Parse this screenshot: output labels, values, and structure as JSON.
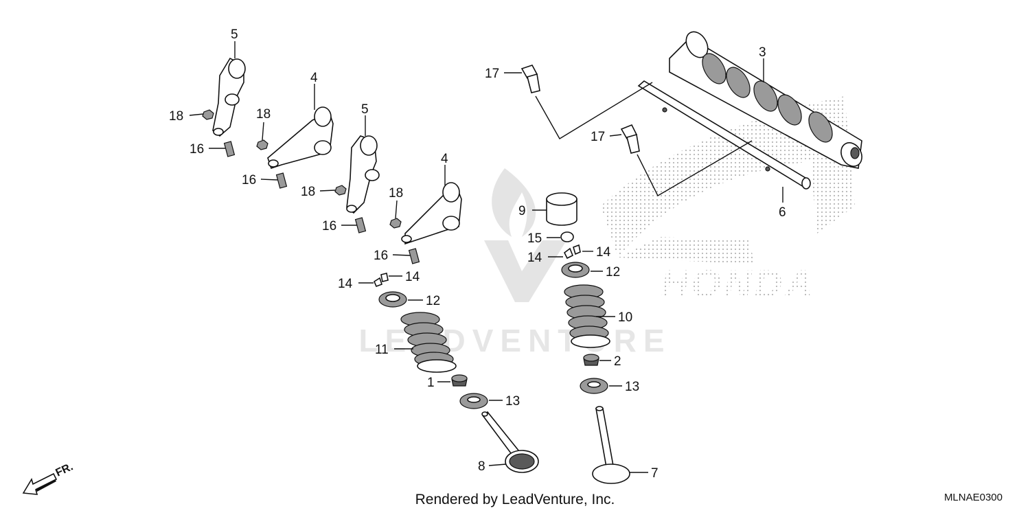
{
  "callouts": {
    "c1": "1",
    "c2": "2",
    "c3": "3",
    "c4a": "4",
    "c4b": "4",
    "c5a": "5",
    "c5b": "5",
    "c6": "6",
    "c7": "7",
    "c8": "8",
    "c9": "9",
    "c10": "10",
    "c11": "11",
    "c12a": "12",
    "c12b": "12",
    "c13a": "13",
    "c13b": "13",
    "c14a": "14",
    "c14b": "14",
    "c14c": "14",
    "c14d": "14",
    "c15": "15",
    "c16a": "16",
    "c16b": "16",
    "c16c": "16",
    "c16d": "16",
    "c17a": "17",
    "c17b": "17",
    "c18a": "18",
    "c18b": "18",
    "c18c": "18",
    "c18d": "18"
  },
  "direction_label": "FR.",
  "watermark": {
    "brand": "HONDA",
    "text": "LEADVENTURE"
  },
  "footer": {
    "credit": "Rendered by LeadVenture, Inc.",
    "code": "MLNAE0300"
  },
  "colors": {
    "line": "#111111",
    "watermark": "#d8d8d8",
    "dots": "#b0b0b0"
  }
}
